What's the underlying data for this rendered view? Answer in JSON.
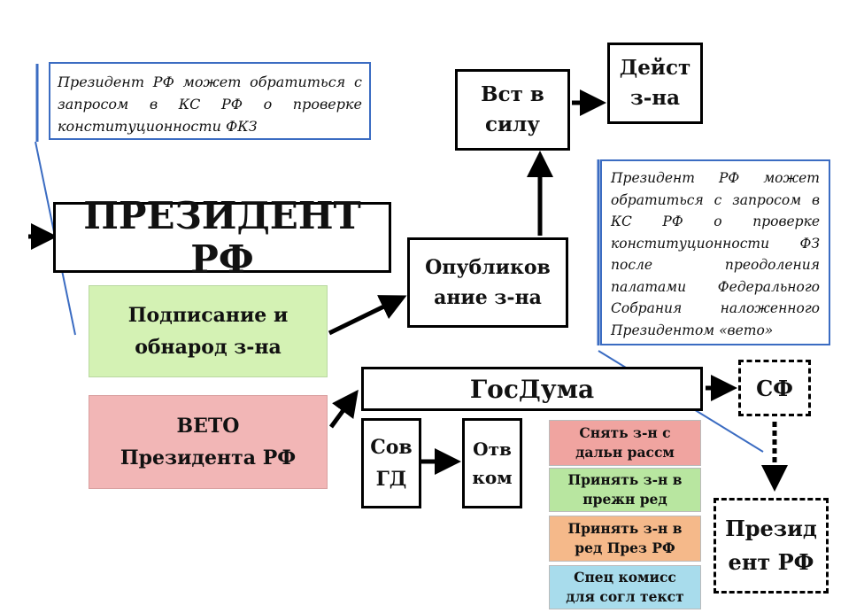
{
  "notes": {
    "fkz": "Президент РФ может обратиться с запросом в КС РФ о проверке конституционности ФКЗ",
    "fz": "Президент РФ может обратиться с запросом в КС РФ о проверке конституционности ФЗ после преодоления палатами Федерального Собрания наложенного Президентом «вето»"
  },
  "boxes": {
    "president_main": "ПРЕЗИДЕНТ РФ",
    "sign_line1": "Подписание и",
    "sign_line2": "обнарод з-на",
    "veto_line1": "ВЕТО",
    "veto_line2": "Президента РФ",
    "publish_line1": "Опубликов",
    "publish_line2": "ание з-на",
    "force_line1": "Вст в",
    "force_line2": "силу",
    "act_line1": "Дейст",
    "act_line2": "з-на",
    "gosduma": "ГосДума",
    "sovgd_line1": "Сов",
    "sovgd_line2": "ГД",
    "otvkom_line1": "Отв",
    "otvkom_line2": "ком",
    "sf": "СФ",
    "president2_line1": "Презид",
    "president2_line2": "ент РФ"
  },
  "options": [
    {
      "line1": "Снять з-н с",
      "line2": "дальн рассм",
      "color": "#f0a4a0"
    },
    {
      "line1": "Принять з-н в",
      "line2": "прежн ред",
      "color": "#b8e6a0"
    },
    {
      "line1": "Принять з-н в",
      "line2": "ред През РФ",
      "color": "#f5b98a"
    },
    {
      "line1": "Спец комисс",
      "line2": "для согл текст",
      "color": "#a8dcec"
    }
  ],
  "colors": {
    "note_border": "#3b6cc2",
    "sign_fill": "#d4f2b4",
    "veto_fill": "#f2b6b6"
  }
}
